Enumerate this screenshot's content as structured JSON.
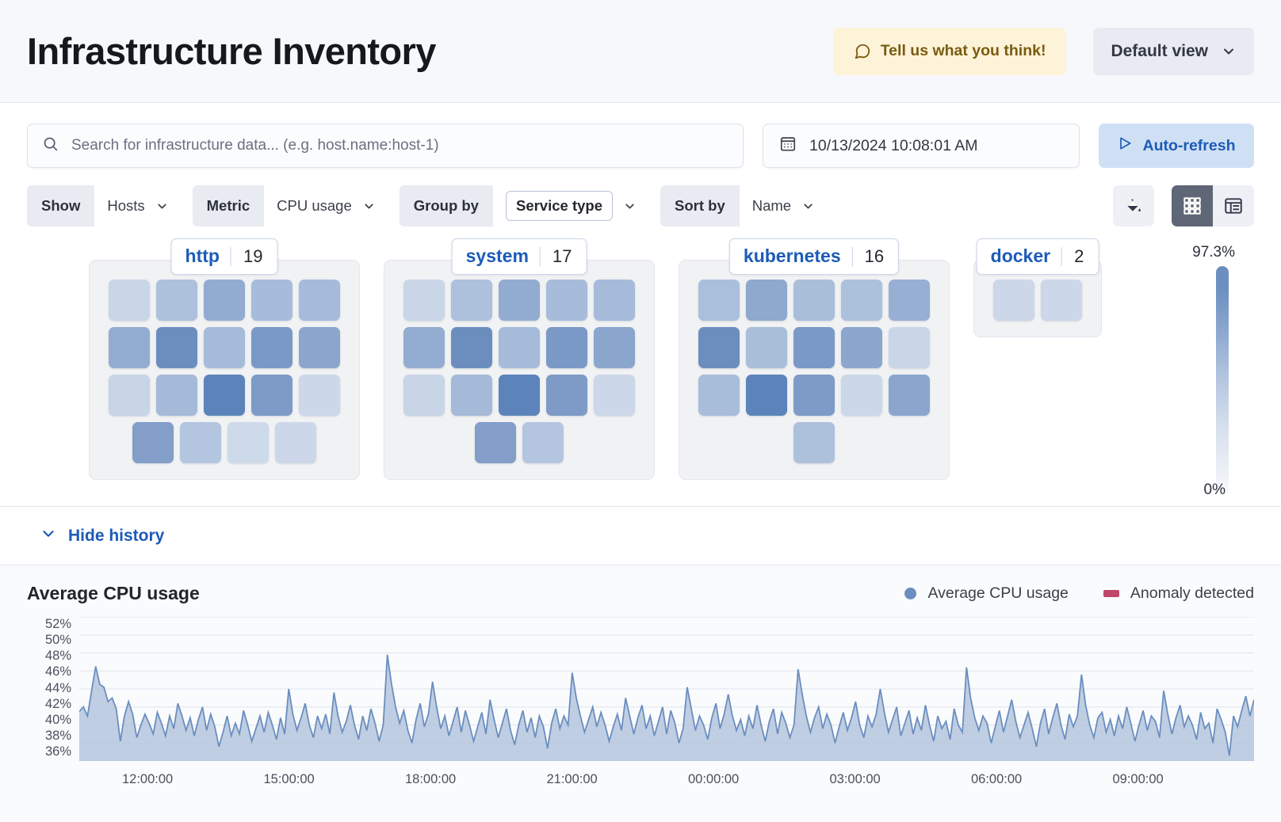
{
  "header": {
    "title": "Infrastructure Inventory",
    "feedback_label": "Tell us what you think!",
    "feedback_icon": "comment-icon",
    "view_label": "Default view",
    "view_icon": "chevron-down-icon"
  },
  "search": {
    "placeholder": "Search for infrastructure data... (e.g. host.name:host-1)",
    "value": "",
    "icon": "search-icon"
  },
  "datepicker": {
    "value": "10/13/2024 10:08:01 AM",
    "icon": "calendar-icon"
  },
  "refresh": {
    "label": "Auto-refresh",
    "icon": "play-icon"
  },
  "filters": [
    {
      "label": "Show",
      "value": "Hosts",
      "boxed": false
    },
    {
      "label": "Metric",
      "value": "CPU usage",
      "boxed": false
    },
    {
      "label": "Group by",
      "value": "Service type",
      "boxed": true
    },
    {
      "label": "Sort by",
      "value": "Name",
      "boxed": false
    }
  ],
  "tools": {
    "legend_toggle_icon": "color-fill-icon",
    "grid_view_icon": "grid-icon",
    "table_view_icon": "table-icon",
    "active_view": "grid"
  },
  "legend": {
    "max": "97.3%",
    "min": "0%",
    "color_high": "#6b8ebf",
    "color_low": "#fafbfd"
  },
  "groups": [
    {
      "name": "http",
      "count": "19",
      "rows": [
        [
          "#c8d6e7",
          "#adc0dc",
          "#92abd0",
          "#a7bcda",
          "#a6bbda"
        ],
        [
          "#93acd1",
          "#6b8ebf",
          "#a6bbda",
          "#7b99c6",
          "#8aa6cd"
        ],
        [
          "#c7d5e6",
          "#a5bad9",
          "#5c84ba",
          "#7e9bc7",
          "#ccd8e9"
        ],
        [
          "#829ec9",
          "#b4c5e0",
          "#cddaea",
          "#ccd8e9"
        ]
      ]
    },
    {
      "name": "system",
      "count": "17",
      "rows": [
        [
          "#c8d6e7",
          "#adc0dc",
          "#92abd0",
          "#a7bcda",
          "#a6bbda"
        ],
        [
          "#93acd1",
          "#6b8ebf",
          "#a6bbda",
          "#7b99c6",
          "#8aa6cd"
        ],
        [
          "#c7d5e6",
          "#a5bad9",
          "#5c84ba",
          "#7e9bc7",
          "#ccd8e9"
        ],
        [
          "#829ec9",
          "#b4c5e0"
        ]
      ]
    },
    {
      "name": "kubernetes",
      "count": "16",
      "rows": [
        [
          "#aabfdb",
          "#8ea8ce",
          "#a9bed9",
          "#acc1dc",
          "#97afd2"
        ],
        [
          "#6b8ebf",
          "#a9bed9",
          "#7b99c6",
          "#8ca7ce",
          "#c9d6e7"
        ],
        [
          "#a8bdda",
          "#5c84ba",
          "#7e9bc7",
          "#ccd8e9",
          "#8aa6cd"
        ],
        [
          "#adc1dd"
        ]
      ]
    },
    {
      "name": "docker",
      "count": "2",
      "rows": [
        [
          "#ccd8e9",
          "#ccd8e9"
        ]
      ]
    }
  ],
  "history": {
    "toggle_label": "Hide history",
    "toggle_icon": "chevron-down-icon"
  },
  "chart_data": {
    "type": "area",
    "title": "Average CPU usage",
    "xlabel": "",
    "ylabel": "",
    "grid": true,
    "legend_position": "top-right",
    "legend": [
      {
        "name": "Average CPU usage",
        "color": "#6b8ebf",
        "marker": "dot"
      },
      {
        "name": "Anomaly detected",
        "color": "#c0466a",
        "marker": "square"
      }
    ],
    "yticks": [
      "52%",
      "50%",
      "48%",
      "46%",
      "44%",
      "42%",
      "40%",
      "38%",
      "36%"
    ],
    "ylim": [
      36,
      52
    ],
    "xticks": [
      "12:00:00",
      "15:00:00",
      "18:00:00",
      "21:00:00",
      "00:00:00",
      "03:00:00",
      "06:00:00",
      "09:00:00"
    ],
    "series": [
      {
        "name": "Average CPU usage",
        "color": "#6b8ebf",
        "values": [
          41.5,
          42.0,
          41.0,
          43.8,
          46.5,
          44.5,
          44.2,
          42.6,
          43.0,
          41.8,
          38.2,
          41.0,
          42.6,
          41.2,
          38.6,
          40.0,
          41.2,
          40.2,
          39.0,
          41.4,
          40.2,
          38.8,
          41.0,
          39.6,
          42.4,
          41.0,
          39.4,
          40.8,
          38.8,
          40.6,
          42.0,
          39.4,
          41.2,
          39.8,
          37.6,
          39.2,
          41.0,
          38.8,
          40.2,
          39.0,
          41.6,
          40.0,
          38.2,
          39.6,
          41.0,
          39.2,
          41.4,
          40.0,
          38.4,
          40.8,
          39.0,
          44.0,
          41.2,
          39.4,
          40.8,
          42.4,
          40.0,
          38.6,
          41.0,
          39.6,
          41.2,
          39.0,
          43.6,
          41.0,
          39.2,
          40.4,
          42.2,
          40.0,
          38.4,
          41.0,
          39.4,
          41.8,
          40.2,
          38.2,
          40.0,
          47.8,
          44.6,
          42.0,
          40.2,
          41.6,
          39.4,
          38.0,
          40.6,
          42.4,
          39.8,
          41.2,
          44.8,
          42.0,
          39.6,
          41.0,
          38.8,
          40.4,
          42.0,
          39.2,
          41.6,
          40.0,
          38.2,
          39.8,
          41.4,
          39.0,
          42.8,
          40.6,
          38.6,
          40.2,
          41.8,
          39.4,
          37.8,
          40.0,
          41.6,
          39.2,
          40.8,
          38.6,
          41.0,
          39.8,
          37.4,
          40.2,
          41.8,
          39.6,
          41.0,
          40.0,
          45.8,
          43.0,
          41.0,
          39.2,
          40.6,
          42.0,
          39.8,
          41.4,
          40.0,
          38.2,
          39.8,
          41.2,
          39.4,
          43.0,
          41.0,
          39.0,
          40.8,
          42.2,
          39.6,
          41.0,
          38.8,
          40.4,
          42.0,
          39.0,
          41.6,
          40.2,
          38.0,
          39.6,
          44.2,
          41.8,
          39.4,
          41.0,
          40.0,
          38.4,
          40.8,
          42.4,
          39.6,
          41.2,
          43.4,
          41.0,
          39.4,
          40.6,
          38.8,
          41.0,
          39.6,
          42.2,
          40.0,
          38.2,
          40.4,
          41.8,
          39.0,
          41.4,
          40.2,
          38.6,
          40.0,
          46.2,
          43.4,
          41.0,
          39.2,
          40.8,
          42.0,
          39.6,
          41.2,
          40.0,
          38.0,
          39.8,
          41.4,
          39.4,
          40.8,
          42.6,
          40.0,
          38.6,
          41.0,
          39.8,
          41.2,
          44.0,
          41.4,
          39.2,
          40.6,
          42.0,
          38.8,
          40.2,
          41.6,
          39.0,
          40.8,
          39.4,
          42.2,
          40.0,
          38.2,
          41.0,
          39.6,
          40.4,
          38.4,
          41.8,
          40.0,
          39.2,
          46.4,
          43.0,
          40.8,
          39.4,
          41.0,
          40.2,
          38.0,
          39.8,
          41.6,
          39.2,
          41.0,
          42.8,
          40.4,
          38.6,
          40.0,
          41.4,
          39.6,
          37.6,
          40.2,
          41.8,
          39.0,
          40.8,
          42.4,
          40.0,
          38.4,
          41.2,
          39.8,
          41.0,
          45.6,
          42.2,
          40.0,
          38.6,
          40.8,
          41.4,
          39.2,
          40.6,
          38.8,
          41.0,
          39.6,
          42.0,
          40.2,
          38.2,
          40.0,
          41.6,
          39.4,
          41.0,
          40.4,
          38.6,
          43.8,
          41.2,
          39.0,
          40.8,
          42.2,
          39.8,
          41.0,
          40.0,
          38.4,
          41.4,
          39.6,
          40.2,
          38.0,
          41.8,
          40.6,
          39.2,
          36.6,
          41.0,
          39.8,
          41.6,
          43.2,
          41.0,
          42.8
        ]
      }
    ]
  }
}
